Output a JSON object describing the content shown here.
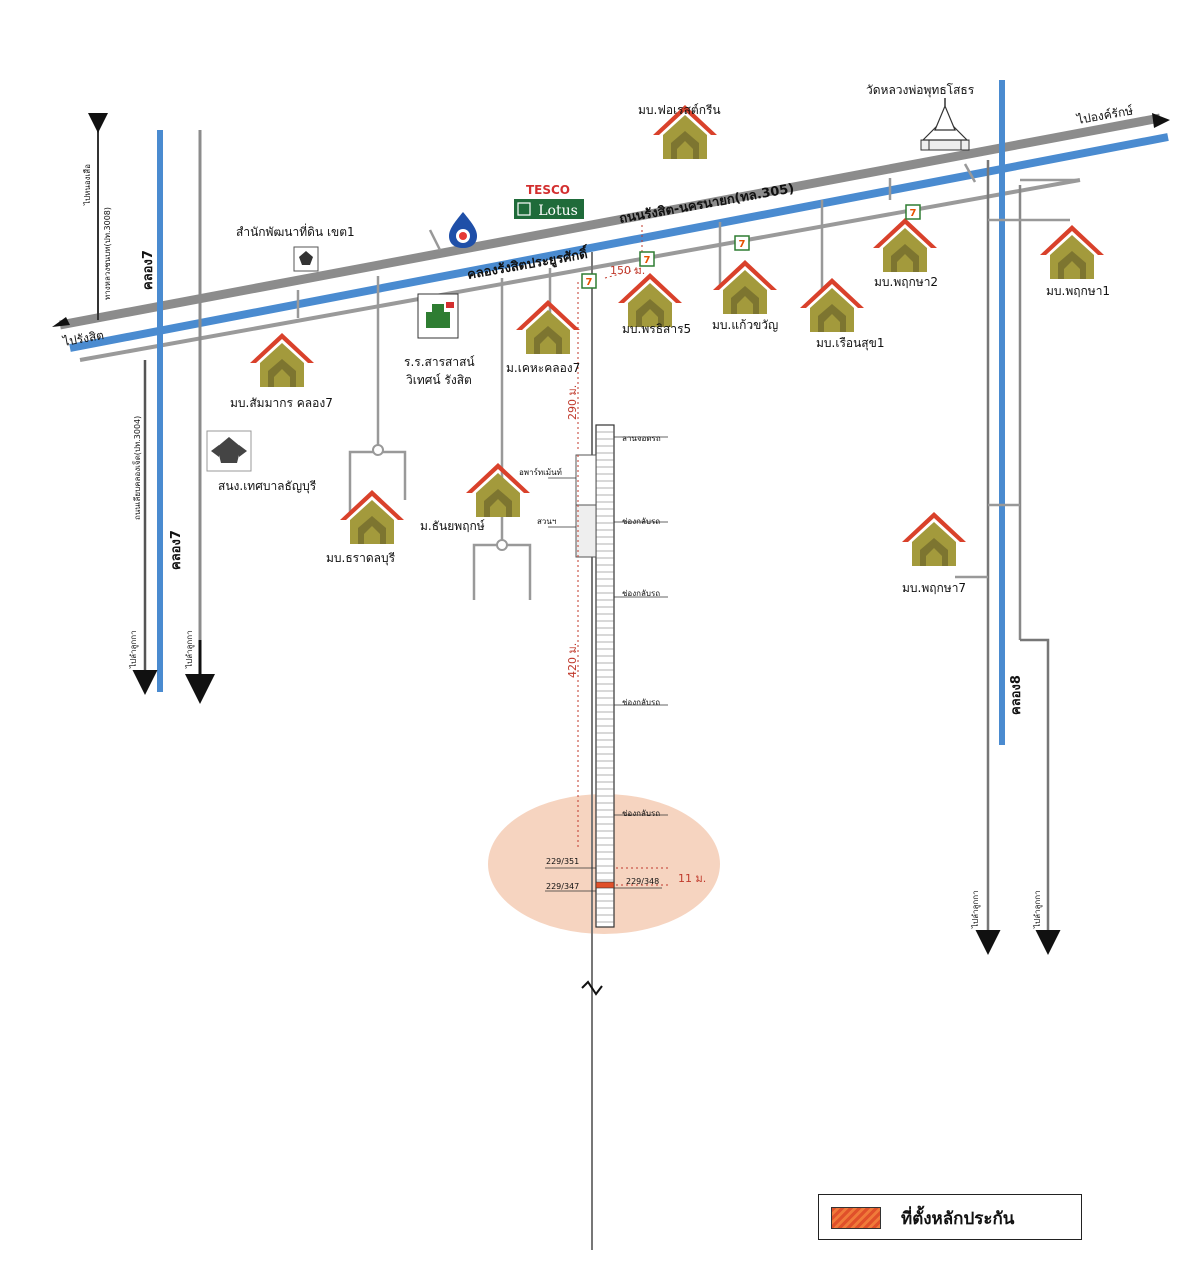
{
  "roads": {
    "main_road": "ถนนรังสิต-นครนายก(ทล.305)",
    "canal": "คลองรังสิตประยูรศักดิ์",
    "to_rangsit": "ไปรังสิต",
    "to_ongkharak": "ไปองค์รักษ์",
    "canal7_top": "คลอง7",
    "canal7_bottom": "คลอง7",
    "canal8": "คลอง8",
    "to_nong_suea": "ไปหนองเสือ",
    "road_3008": "ทางหลวงชนบท(ปท.3008)",
    "road_3004": "ถนนเลียบคลองเจ็ด(ปท.3004)",
    "to_lam_luk_ka_1": "ไปลำลูกกา",
    "to_lam_luk_ka_2": "ไปลำลูกกา",
    "to_lam_luk_ka_3": "ไปลำลูกกา",
    "to_lam_luk_ka_4": "ไปลำลูกกา"
  },
  "landmarks": {
    "forest_green": "มบ.ฟอเรสต์กรีน",
    "temple": "วัดหลวงพ่อพุทธโสธร",
    "tesco": "TESCO",
    "lotus": "Lotus",
    "land_office": "สำนักพัฒนาที่ดิน เขต1",
    "school_line1": "ร.ร.สารสาสน์",
    "school_line2": "วิเทศน์ รังสิต",
    "sammakorn": "มบ.สัมมากร คลอง7",
    "khetha": "ม.เคหะคลอง7",
    "phruksa5": "มบ.พรธิสาร5",
    "kaewkhwan": "มบ.แก้วขวัญ",
    "reuansuk": "มบ.เรือนสุข1",
    "phruksa2": "มบ.พฤกษา2",
    "phruksa1": "มบ.พฤกษา1",
    "municipality": "สนง.เทศบาลธัญบุรี",
    "tharadol": "มบ.ธราดลบุรี",
    "thanyaphruk": "ม.ธันยพฤกษ์",
    "phruksa7": "มบ.พฤกษา7"
  },
  "soi": {
    "parking": "ลานจอดรถ",
    "apartment": "อพาร์ทเม้นท์",
    "garden": "สวนฯ",
    "uturn1": "ช่องกลับรถ",
    "uturn2": "ช่องกลับรถ",
    "uturn3": "ช่องกลับรถ",
    "uturn4": "ช่องกลับรถ",
    "house_351": "229/351",
    "house_347": "229/347",
    "house_348": "229/348"
  },
  "distances": {
    "d150": "150 ม.",
    "d290": "290 ม.",
    "d420": "420 ม.",
    "d11": "11 ม."
  },
  "legend": {
    "label": "ที่ตั้งหลักประกัน",
    "swatch_color": "#e0502a"
  },
  "colors": {
    "road_gray": "#8c8c8c",
    "canal_blue": "#4a8bd0",
    "house_roof": "#d9412b",
    "house_body": "#a39a3c",
    "target_circle": "#f5cdb5"
  }
}
